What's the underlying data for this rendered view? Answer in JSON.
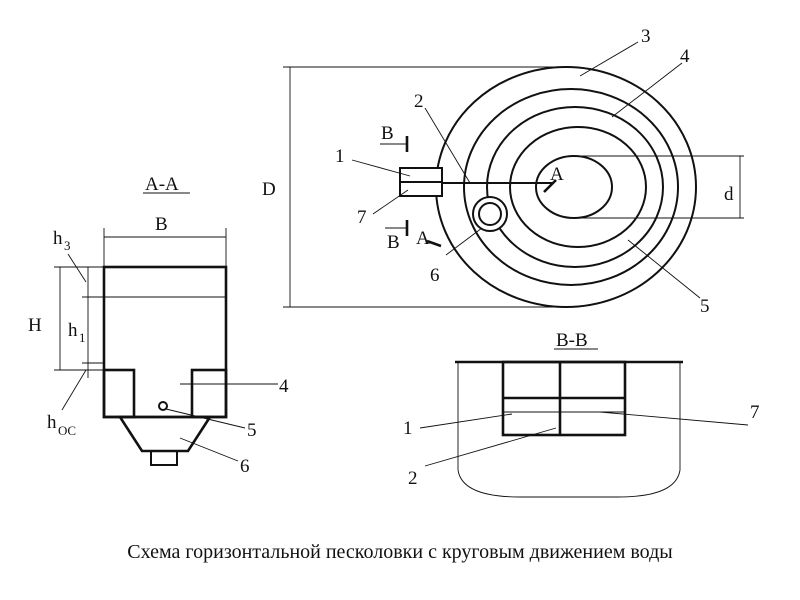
{
  "caption": "Схема горизонтальной песколовки с круговым движением воды",
  "plan_view": {
    "labels": {
      "D": "D",
      "d": "d",
      "n1": "1",
      "n2": "2",
      "n3": "3",
      "n4": "4",
      "n5": "5",
      "n6": "6",
      "n7": "7",
      "section_A": "A",
      "section_A2": "A",
      "section_B": "B",
      "section_B2": "B"
    }
  },
  "section_AA": {
    "title": "A-A",
    "labels": {
      "B": "B",
      "H": "H",
      "h3": "h",
      "h3_sub": "3",
      "h1": "h",
      "h1_sub": "1",
      "hoc": "h",
      "hoc_sub": "OC",
      "n4": "4",
      "n5": "5",
      "n6": "6"
    }
  },
  "section_BB": {
    "title": "B-B",
    "labels": {
      "n1": "1",
      "n2": "2",
      "n7": "7"
    }
  }
}
